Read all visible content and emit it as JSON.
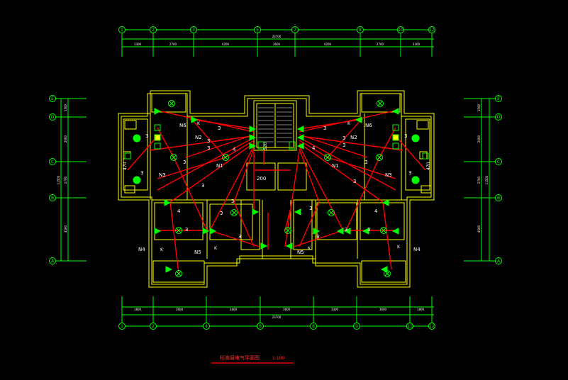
{
  "title": {
    "text": "标准层电气平面图",
    "scale": "1:100"
  },
  "colors": {
    "background": "#000000",
    "wall": "#ffff00",
    "axis": "#00ff00",
    "wiring": "#ff0000",
    "device": "#00ff00",
    "label": "#ffffff"
  },
  "axes": {
    "top_labels": [
      "1",
      "2",
      "3",
      "5",
      "7",
      "8",
      "10",
      "12"
    ],
    "bottom_labels": [
      "1",
      "2",
      "4",
      "6",
      "8",
      "9",
      "11",
      "12"
    ],
    "row_labels": [
      "E",
      "D",
      "C",
      "B",
      "A"
    ]
  },
  "dimensions": {
    "top_total": "23700",
    "top_parts": [
      "3300",
      "2700",
      "4200",
      "3600",
      "4200",
      "2700",
      "3300"
    ],
    "bottom_total": "23700",
    "bottom_parts": [
      "1800",
      "3600",
      "3600",
      "3600",
      "3300",
      "3600",
      "1800"
    ],
    "side_total": "11500",
    "left_parts": [
      "1500",
      "2600",
      "2700",
      "4500"
    ],
    "right_parts": [
      "1500",
      "2600",
      "2700",
      "4500"
    ]
  },
  "circuits": [
    "N1",
    "N1",
    "N2",
    "N2",
    "N3",
    "N3",
    "N4",
    "N4",
    "N5",
    "N5",
    "N6",
    "N6"
  ],
  "wire_counts": [
    "3",
    "4",
    "K"
  ],
  "room_marks": [
    "200",
    "520",
    "470"
  ]
}
